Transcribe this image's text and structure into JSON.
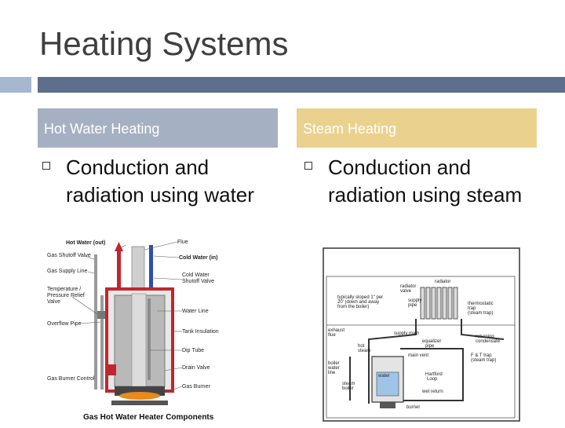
{
  "slide": {
    "title": "Heating Systems"
  },
  "columns": {
    "left": {
      "heading": "Hot Water Heating",
      "bullet": "Conduction and radiation using water",
      "figure": {
        "caption": "Gas Hot Water Heater Components",
        "labels": {
          "hot_out": "Hot Water (out)",
          "flue": "Flue",
          "cold_in": "Cold Water (in)",
          "gas_shutoff": "Gas Shutoff Valve",
          "gas_supply": "Gas Supply Line",
          "cold_shutoff_1": "Cold Water",
          "cold_shutoff_2": "Shutoff Valve",
          "relief_1": "Temperature /",
          "relief_2": "Pressure Relief",
          "relief_3": "Valve",
          "water_line": "Water Line",
          "overflow": "Overflow Pipe",
          "tank_insulation": "Tank Insulation",
          "dip_tube": "Dip Tube",
          "drain_valve": "Drain Valve",
          "burner_control": "Gas Burner Control",
          "gas_burner": "Gas Burner"
        }
      }
    },
    "right": {
      "heading": "Steam Heating",
      "bullet": "Conduction and radiation using steam",
      "figure": {
        "labels": {
          "radiator": "radiator",
          "radiator_valve_1": "radiator",
          "radiator_valve_2": "valve",
          "sloped_1": "typically sloped 1\" per",
          "sloped_2": "20' (down and away",
          "sloped_3": "from the boiler)",
          "supply_pipe_1": "supply",
          "supply_pipe_2": "pipe",
          "thermo_trap_1": "thermostatic",
          "thermo_trap_2": "trap",
          "thermo_trap_3": "(steam trap)",
          "exhaust_1": "exhaust",
          "exhaust_2": "flue",
          "supply_main": "supply main",
          "equalizer_1": "equalizer",
          "equalizer_2": "pipe",
          "returning_1": "returning",
          "returning_2": "condensate",
          "hot_steam_1": "hot",
          "hot_steam_2": "steam",
          "main_vent": "main vent",
          "ft_trap_1": "F & T trap",
          "ft_trap_2": "(steam trap)",
          "water_line_1": "boiler",
          "water_line_2": "water",
          "water_line_3": "line",
          "water": "water",
          "hartford_1": "Hartford",
          "hartford_2": "Loop",
          "steam_boiler_1": "steam",
          "steam_boiler_2": "boiler",
          "wet_return": "wet return",
          "burner": "burner"
        }
      }
    }
  },
  "colors": {
    "title": "#3f3f3f",
    "accent_light": "#a5b8d0",
    "accent_dark": "#5d6f8c",
    "left_header": "#a5b0c2",
    "right_header": "#ebd18e"
  }
}
